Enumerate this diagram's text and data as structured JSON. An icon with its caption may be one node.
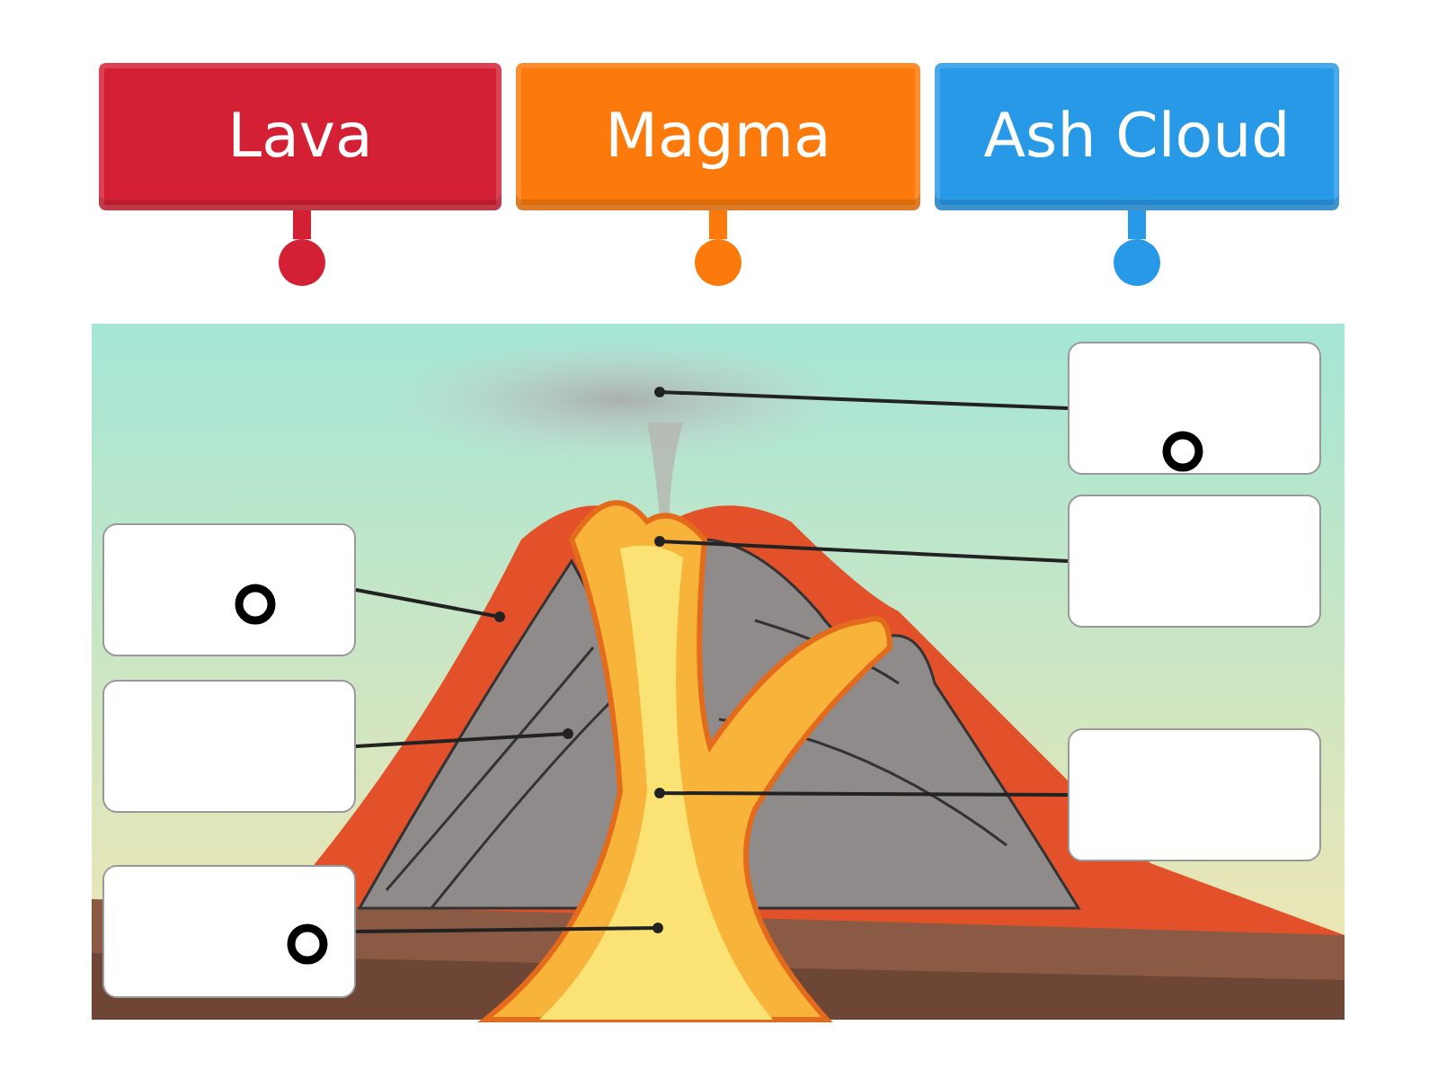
{
  "diagram": {
    "nodes": [
      {
        "text": [
          "Lava"
        ]
      },
      {
        "text": [
          "Magma"
        ]
      },
      {
        "text": [
          "Ash Cloud"
        ]
      },
      {
        "text": [],
        "shape": "box"
      },
      {
        "text": [],
        "shape": "box"
      },
      {
        "text": [],
        "shape": "box"
      },
      {
        "text": [],
        "shape": "box"
      },
      {
        "text": [],
        "shape": "box"
      },
      {
        "text": [],
        "shape": "box"
      }
    ],
    "edges": [
      {
        "from": 3,
        "to": null,
        "arrow": "other"
      },
      {
        "from": 4,
        "to": null,
        "arrow": "other"
      },
      {
        "from": 5,
        "to": null,
        "arrow": "other"
      },
      {
        "from": 6,
        "to": null,
        "arrow": "other"
      },
      {
        "from": 7,
        "to": null,
        "arrow": "other"
      },
      {
        "from": 8,
        "to": null,
        "arrow": "other"
      }
    ]
  }
}
